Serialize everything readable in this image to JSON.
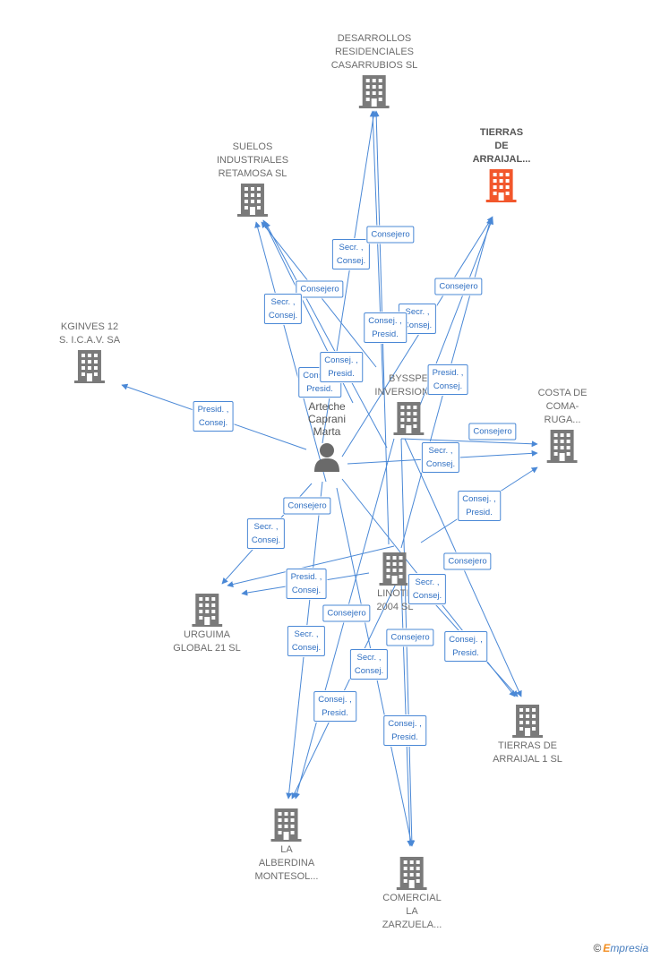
{
  "colors": {
    "edge": "#4a88d6",
    "building": "#7a7a7a",
    "building_focus": "#f2572c",
    "person": "#6a6a6a"
  },
  "nodes": [
    {
      "id": "desarrollos",
      "kind": "company",
      "lines": [
        "DESARROLLOS",
        "RESIDENCIALES",
        "CASARRUBIOS SL"
      ],
      "icon": "building-icon"
    },
    {
      "id": "tierras_arraijal",
      "kind": "company-focus",
      "lines": [
        "TIERRAS",
        "DE",
        "ARRAIJAL..."
      ],
      "icon": "building-icon"
    },
    {
      "id": "suelos",
      "kind": "company",
      "lines": [
        "SUELOS",
        "INDUSTRIALES",
        "RETAMOSA SL"
      ],
      "icon": "building-icon"
    },
    {
      "id": "kginves",
      "kind": "company",
      "lines": [
        "KGINVES 12",
        "S. I.C.A.V. SA"
      ],
      "icon": "building-icon"
    },
    {
      "id": "byssp",
      "kind": "company",
      "lines": [
        "BYSSPE",
        "INVERSIONES"
      ],
      "icon": "building-icon"
    },
    {
      "id": "person",
      "kind": "person",
      "lines": [
        "Arteche",
        "Caprani",
        "Marta"
      ],
      "icon": "person-icon"
    },
    {
      "id": "costa",
      "kind": "company",
      "lines": [
        "COSTA DE",
        "COMA-",
        "RUGA..."
      ],
      "icon": "building-icon"
    },
    {
      "id": "urguima",
      "kind": "company",
      "lines": [
        "URGUIMA",
        "GLOBAL 21  SL"
      ],
      "icon": "building-icon"
    },
    {
      "id": "linote",
      "kind": "company",
      "lines": [
        "LINOTE",
        "2004 SL"
      ],
      "icon": "building-icon"
    },
    {
      "id": "tierras1",
      "kind": "company",
      "lines": [
        "TIERRAS DE",
        "ARRAIJAL 1 SL"
      ],
      "icon": "building-icon"
    },
    {
      "id": "alberdina",
      "kind": "company",
      "lines": [
        "LA",
        "ALBERDINA",
        "MONTESOL..."
      ],
      "icon": "building-icon"
    },
    {
      "id": "zarzuela",
      "kind": "company",
      "lines": [
        "COMERCIAL",
        "LA",
        "ZARZUELA..."
      ],
      "icon": "building-icon"
    }
  ],
  "relations": [
    [
      "Secr. ,",
      "Consej."
    ],
    [
      "Consejero"
    ],
    [
      "Consejero"
    ],
    [
      "Secr. ,",
      "Consej."
    ],
    [
      "Consejero"
    ],
    [
      "Secr. ,",
      "Consej."
    ],
    [
      "Consej. ,",
      "Presid."
    ],
    [
      "Consej. ,",
      "Presid."
    ],
    [
      "Presid. ,",
      "Consej."
    ],
    [
      "Presid. ,",
      "Consej."
    ],
    [
      "Consejero"
    ],
    [
      "Secr. ,",
      "Consej."
    ],
    [
      "Consej. ,",
      "Presid."
    ],
    [
      "Consejero"
    ],
    [
      "Secr. ,",
      "Consej."
    ],
    [
      "Presid. ,",
      "Consej."
    ],
    [
      "Consejero"
    ],
    [
      "Secr. ,",
      "Consej."
    ],
    [
      "Consejero"
    ],
    [
      "Consejero"
    ],
    [
      "Consej. ,",
      "Presid."
    ],
    [
      "Secr. ,",
      "Consej."
    ],
    [
      "Secr. ,",
      "Consej."
    ],
    [
      "Consej. ,",
      "Presid."
    ],
    [
      "Consej. ,",
      "Presid."
    ],
    [
      "Consej. ,",
      "Presid."
    ]
  ],
  "footer": {
    "copyright": "©",
    "brand_first": "E",
    "brand_rest": "mpresia"
  }
}
